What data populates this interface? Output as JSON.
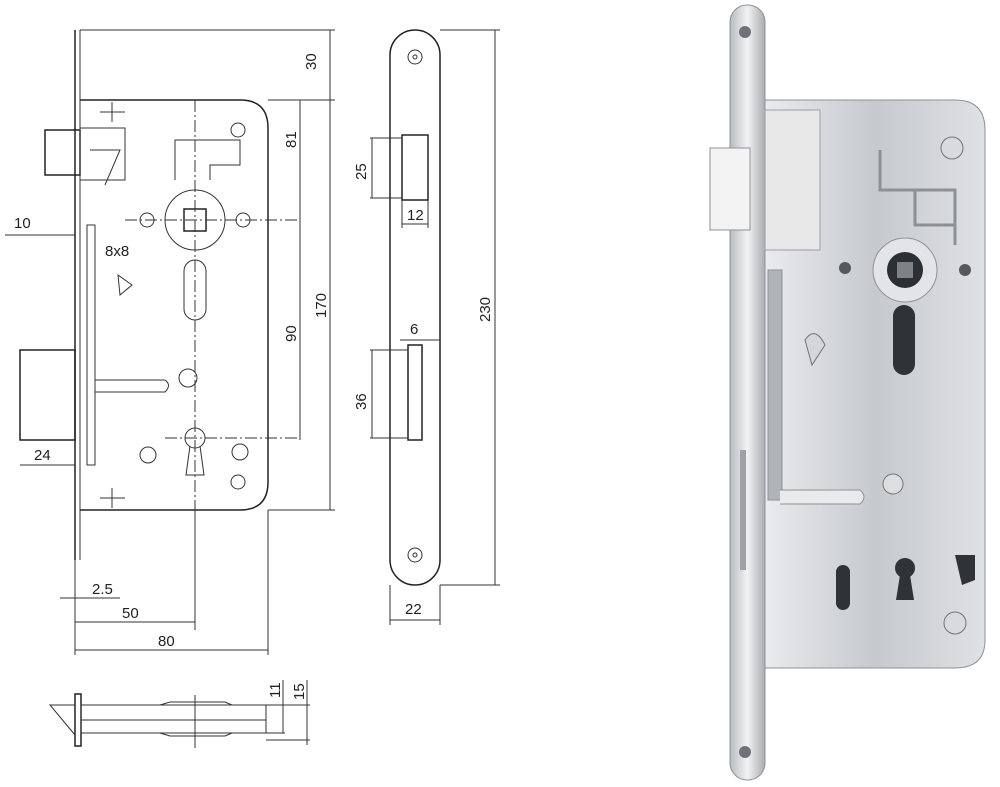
{
  "drawing": {
    "front_view": {
      "dims": {
        "top_offset": "30",
        "handle_from_top": "81",
        "total_case_height": "170",
        "handle_to_key": "90",
        "latch_projection": "10",
        "spindle": "8x8",
        "bolt_projection": "24",
        "faceplate_thickness": "2.5",
        "backset": "50",
        "case_depth": "80"
      }
    },
    "faceplate_view": {
      "dims": {
        "latch_height": "25",
        "latch_width": "12",
        "bolt_width": "6",
        "bolt_height": "36",
        "faceplate_length": "230",
        "faceplate_width": "22"
      }
    },
    "top_view": {
      "dims": {
        "case_thickness": "11",
        "overall_thickness": "15"
      }
    }
  },
  "photo": {
    "subject": "mortise-lock-photo",
    "colors": {
      "metal": "#c9ccd0",
      "dark": "#6f7378"
    }
  }
}
